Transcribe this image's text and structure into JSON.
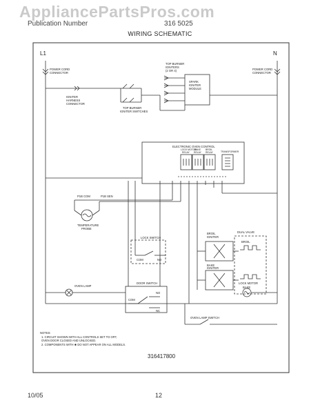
{
  "header": {
    "watermark": "AppliancePartsPros.com",
    "small_left": "Publication Number",
    "small_right": "316 5025",
    "title": "WIRING SCHEMATIC"
  },
  "schematic": {
    "line_left": "L1",
    "line_right": "N",
    "power_cord_left": [
      "POWER CORD",
      "CONNECTOR"
    ],
    "power_cord_right": [
      "POWER CORD",
      "CONNECTOR"
    ],
    "igniter_harness": [
      "IGNITER",
      "HARNESS",
      "CONNECTOR"
    ],
    "top_burner_igniters": [
      "TOP BURNER",
      "IGNITERS",
      "(2 OR 4)"
    ],
    "spark_module": [
      "SPARK",
      "IGNITER",
      "MODULE"
    ],
    "top_burner_switches": [
      "TOP BURNER",
      "IGNITER SWITCHES"
    ],
    "eoc_title": "ELECTRONIC OVEN CONTROL",
    "relay_labels": [
      [
        "LOCK MOTOR",
        "RELAY"
      ],
      [
        "BAKE",
        "RELAY"
      ],
      [
        "BROIL",
        "RELAY"
      ]
    ],
    "transformer": "TRANSFORMER",
    "probe_label": [
      "TEMPERATURE",
      "PROBE"
    ],
    "pin_left": "P1B COM",
    "pin_right": "P1B SEN",
    "lock_switch": "LOCK SWITCH",
    "com": "COM",
    "no": "NO",
    "door_switch": "DOOR SWITCH",
    "nc": "NC",
    "broil_igniter": [
      "BROIL",
      "IGNITER"
    ],
    "bake_igniter": [
      "BAKE",
      "IGNITER"
    ],
    "dual_valve": "DUAL VALVE",
    "valve_broil": "BROIL",
    "valve_bake": "BAKE",
    "lock_motor": "LOCK MOTOR",
    "oven_lamp": "OVEN LAMP",
    "oven_lamp_switch": "OVEN LAMP SWITCH",
    "notes_title": "NOTES:",
    "notes": [
      "1.  CIRCUIT SHOWN WITH ALL CONTROLS SET TO OFF,",
      "     OVEN DOOR CLOSED AND UNLOCKED.",
      "2.  COMPONENTS WITH ✱ DO NOT APPEAR ON ALL MODELS."
    ],
    "part_number": "316417800"
  },
  "footer": {
    "date": "10/05",
    "page": "12"
  }
}
